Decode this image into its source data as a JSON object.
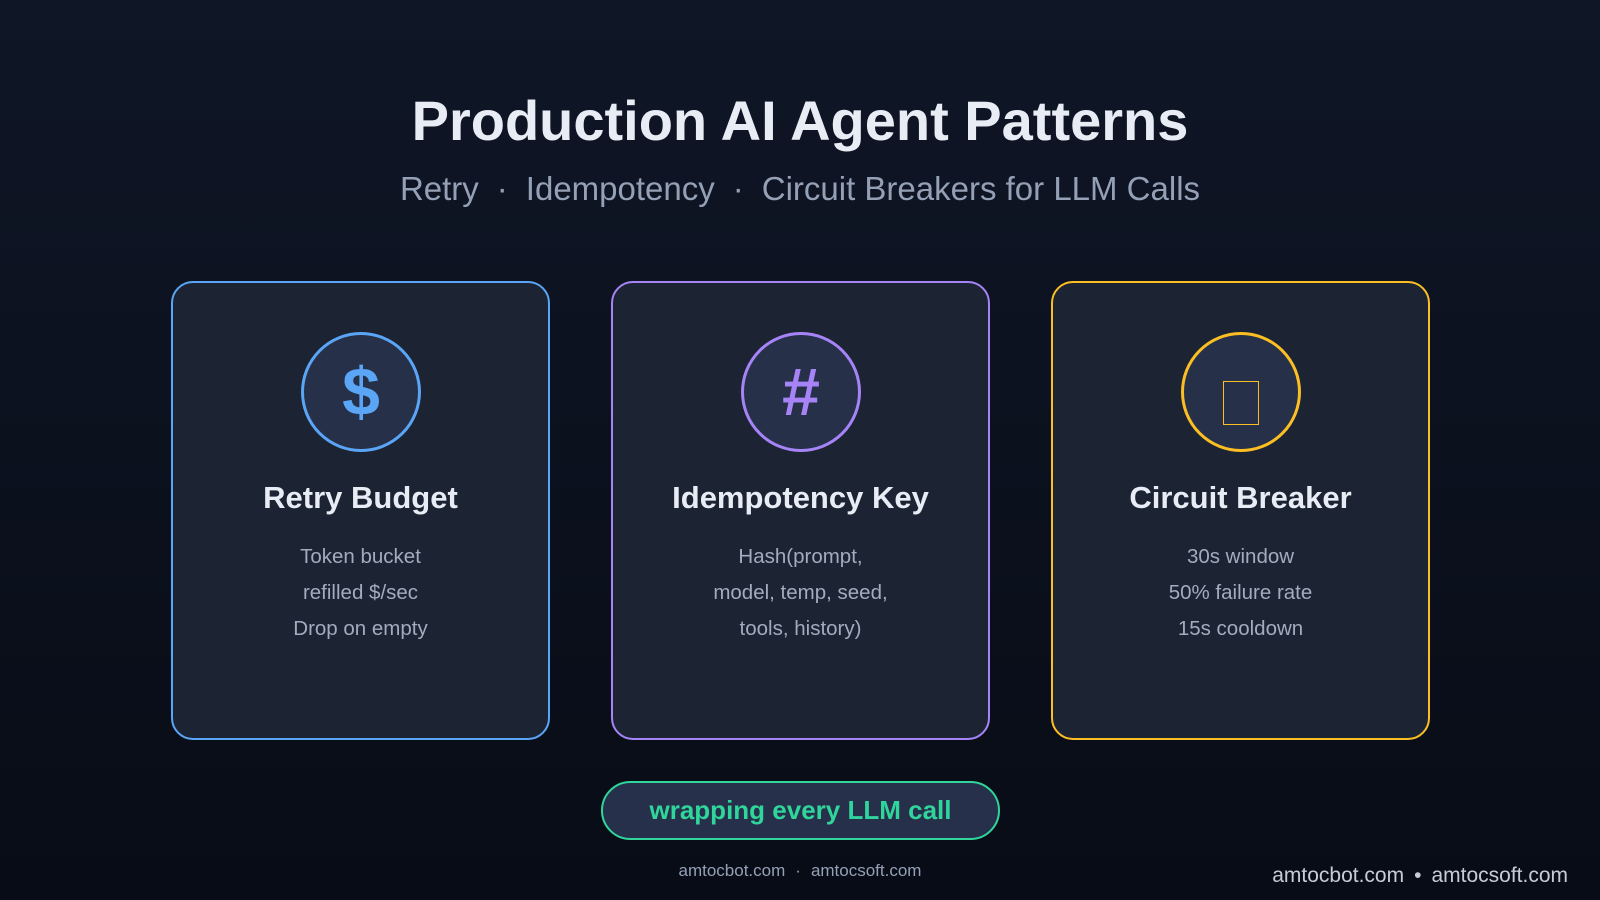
{
  "title": "Production AI Agent Patterns",
  "subtitle": {
    "parts": [
      "Retry",
      "Idempotency",
      "Circuit Breakers for LLM Calls"
    ],
    "separator": "·"
  },
  "cards": [
    {
      "title": "Retry Budget",
      "icon": "dollar-icon",
      "glyph": "$",
      "color": "#5aa5f5",
      "lines": [
        "Token bucket",
        "refilled $/sec",
        "Drop on empty"
      ]
    },
    {
      "title": "Idempotency Key",
      "icon": "hash-icon",
      "glyph": "#",
      "color": "#a684f7",
      "lines": [
        "Hash(prompt,",
        "model, temp, seed,",
        "tools, history)"
      ]
    },
    {
      "title": "Circuit Breaker",
      "icon": "missing-glyph-icon",
      "glyph": "",
      "color": "#fbbf24",
      "lines": [
        "30s window",
        "50% failure rate",
        "15s cooldown"
      ]
    }
  ],
  "pill": "wrapping every LLM call",
  "footer": {
    "left": "amtocbot.com",
    "right": "amtocsoft.com",
    "sep": "·"
  },
  "footer_corner": {
    "left": "amtocbot.com",
    "right": "amtocsoft.com",
    "sep": "•"
  }
}
